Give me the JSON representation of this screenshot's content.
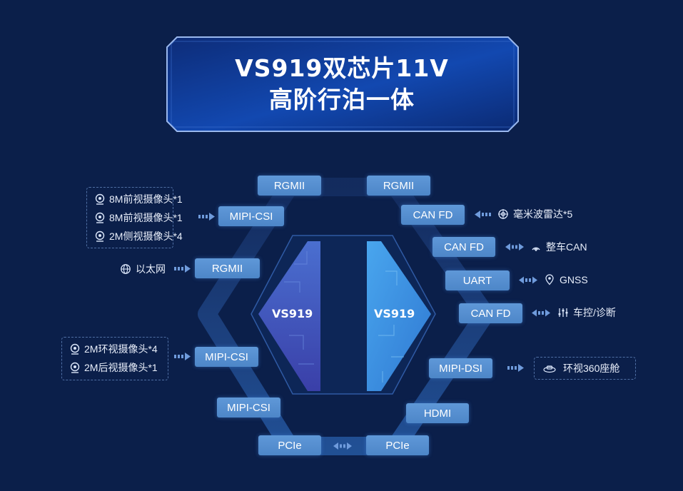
{
  "title": {
    "line1": "VS919双芯片11V",
    "line2": "高阶行泊一体"
  },
  "chips": {
    "left": "VS919",
    "right": "VS919"
  },
  "left_ports": {
    "rgmii_top": "RGMII",
    "mipi_csi_1": "MIPI-CSI",
    "rgmii_mid": "RGMII",
    "mipi_csi_2": "MIPI-CSI",
    "mipi_csi_3": "MIPI-CSI",
    "pcie": "PCIe"
  },
  "right_ports": {
    "rgmii_top": "RGMII",
    "can_fd_1": "CAN FD",
    "can_fd_2": "CAN FD",
    "uart": "UART",
    "can_fd_3": "CAN FD",
    "mipi_dsi": "MIPI-DSI",
    "hdmi": "HDMI",
    "pcie": "PCIe"
  },
  "left_devices": {
    "front_cameras": [
      "8M前视摄像头*1",
      "8M前视摄像头*1",
      "2M侧视摄像头*4"
    ],
    "ethernet": "以太网",
    "surround_cameras": [
      "2M环视摄像头*4",
      "2M后视摄像头*1"
    ]
  },
  "right_devices": {
    "radar": "毫米波雷达*5",
    "vehicle_can": "整车CAN",
    "gnss": "GNSS",
    "control": "车控/诊断",
    "cockpit": "环视360座舱"
  },
  "colors": {
    "background": "#0b1f4a",
    "port_fill": "#5590d2",
    "chip_left": "#3d56b8",
    "chip_right": "#3c8ee0",
    "arrow": "#6f9bdc"
  }
}
